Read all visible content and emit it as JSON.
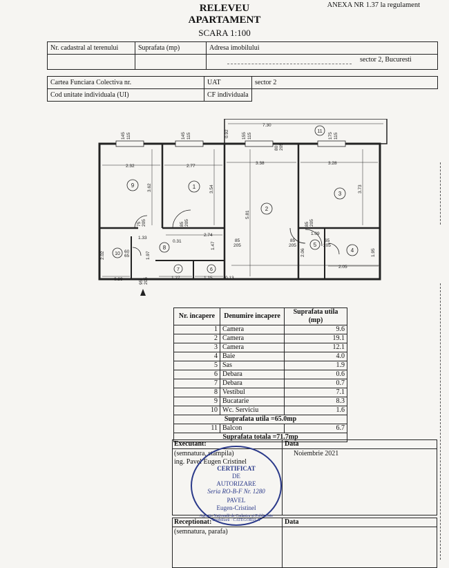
{
  "header": {
    "anexa": "ANEXA NR 1.37 la regulament",
    "title_line1": "RELEVEU",
    "title_line2": "APARTAMENT",
    "scale": "SCARA 1:100"
  },
  "info_table": {
    "nr_cadastral_label": "Nr. cadastral al terenului",
    "suprafata_label": "Suprafata (mp)",
    "adresa_label": "Adresa imobilului",
    "adresa_value": "sector 2, Bucuresti",
    "cartea_label": "Cartea Funciara Colectiva nr.",
    "uat_label": "UAT",
    "uat_value": "sector 2",
    "cod_label": "Cod unitate individuala (UI)",
    "cf_label": "CF individuala"
  },
  "plan": {
    "rooms": [
      "9",
      "1",
      "2",
      "3",
      "4",
      "5",
      "6",
      "7",
      "8",
      "10",
      "11"
    ],
    "dims": {
      "balcony_width": "7.30",
      "r9_width": "2.32",
      "r9_height": "3.62",
      "r1_width": "2.77",
      "r1_height": "3.54",
      "r2_width": "3.38",
      "r2_height": "5.81",
      "r3_width": "3.28",
      "r3_height": "3.73",
      "r4_width": "2.05",
      "r4_height": "1.95",
      "r5_width": "1.09",
      "r5_height": "2.06",
      "hall_width": "2.74",
      "hall_w2": "1.33",
      "hall_w3": "0.31",
      "hall_h": "1.47",
      "hall_h2": "1.97",
      "r10_height": "2.02",
      "r10_width": "0.89",
      "r7_width": "1.27",
      "r6_width": "1.15",
      "small": "0.13",
      "bal_h": "0.92"
    },
    "win_a": "145",
    "win_b": "115",
    "win_c": "155",
    "win_d": "175",
    "door_a": "85",
    "door_b": "205",
    "door_c": "75",
    "door_d": "60",
    "door_e": "65",
    "door_f": "95",
    "door_g": "80"
  },
  "rooms_table": {
    "headers": [
      "Nr. incapere",
      "Denumire incapere",
      "Suprafata utila (mp)"
    ],
    "rows": [
      {
        "nr": "1",
        "name": "Camera",
        "area": "9.6"
      },
      {
        "nr": "2",
        "name": "Camera",
        "area": "19.1"
      },
      {
        "nr": "3",
        "name": "Camera",
        "area": "12.1"
      },
      {
        "nr": "4",
        "name": "Baie",
        "area": "4.0"
      },
      {
        "nr": "5",
        "name": "Sas",
        "area": "1.9"
      },
      {
        "nr": "6",
        "name": "Debara",
        "area": "0.6"
      },
      {
        "nr": "7",
        "name": "Debara",
        "area": "0.7"
      },
      {
        "nr": "8",
        "name": "Vestibul",
        "area": "7.1"
      },
      {
        "nr": "9",
        "name": "Bucatarie",
        "area": "8.3"
      },
      {
        "nr": "10",
        "name": "Wc. Serviciu",
        "area": "1.6"
      }
    ],
    "total_utila": "Suprafata utila =65.0mp",
    "balcon": {
      "nr": "11",
      "name": "Balcon",
      "area": "6.7"
    },
    "total": "Suprafata totala =71.7mp"
  },
  "executant": {
    "label": "Executant:",
    "data_label": "Data",
    "note": "(semnatura, stampila)",
    "name": "ing. Pavel Eugen Cristinel",
    "date": "Noiembrie 2021"
  },
  "stamp": {
    "title": "CERTIFICAT",
    "line2": "DE",
    "line3": "AUTORIZARE",
    "serie": "Seria RO-B-F Nr. 1280",
    "name1": "PAVEL",
    "name2": "Eugen-Cristinel",
    "ring": "Agenția Națională de Cadastru și Publicitate Imobiliară · CATEGORIA A"
  },
  "receptionat": {
    "label": "Receptionat:",
    "data_label": "Data",
    "note": "(semnatura, parafa)"
  }
}
